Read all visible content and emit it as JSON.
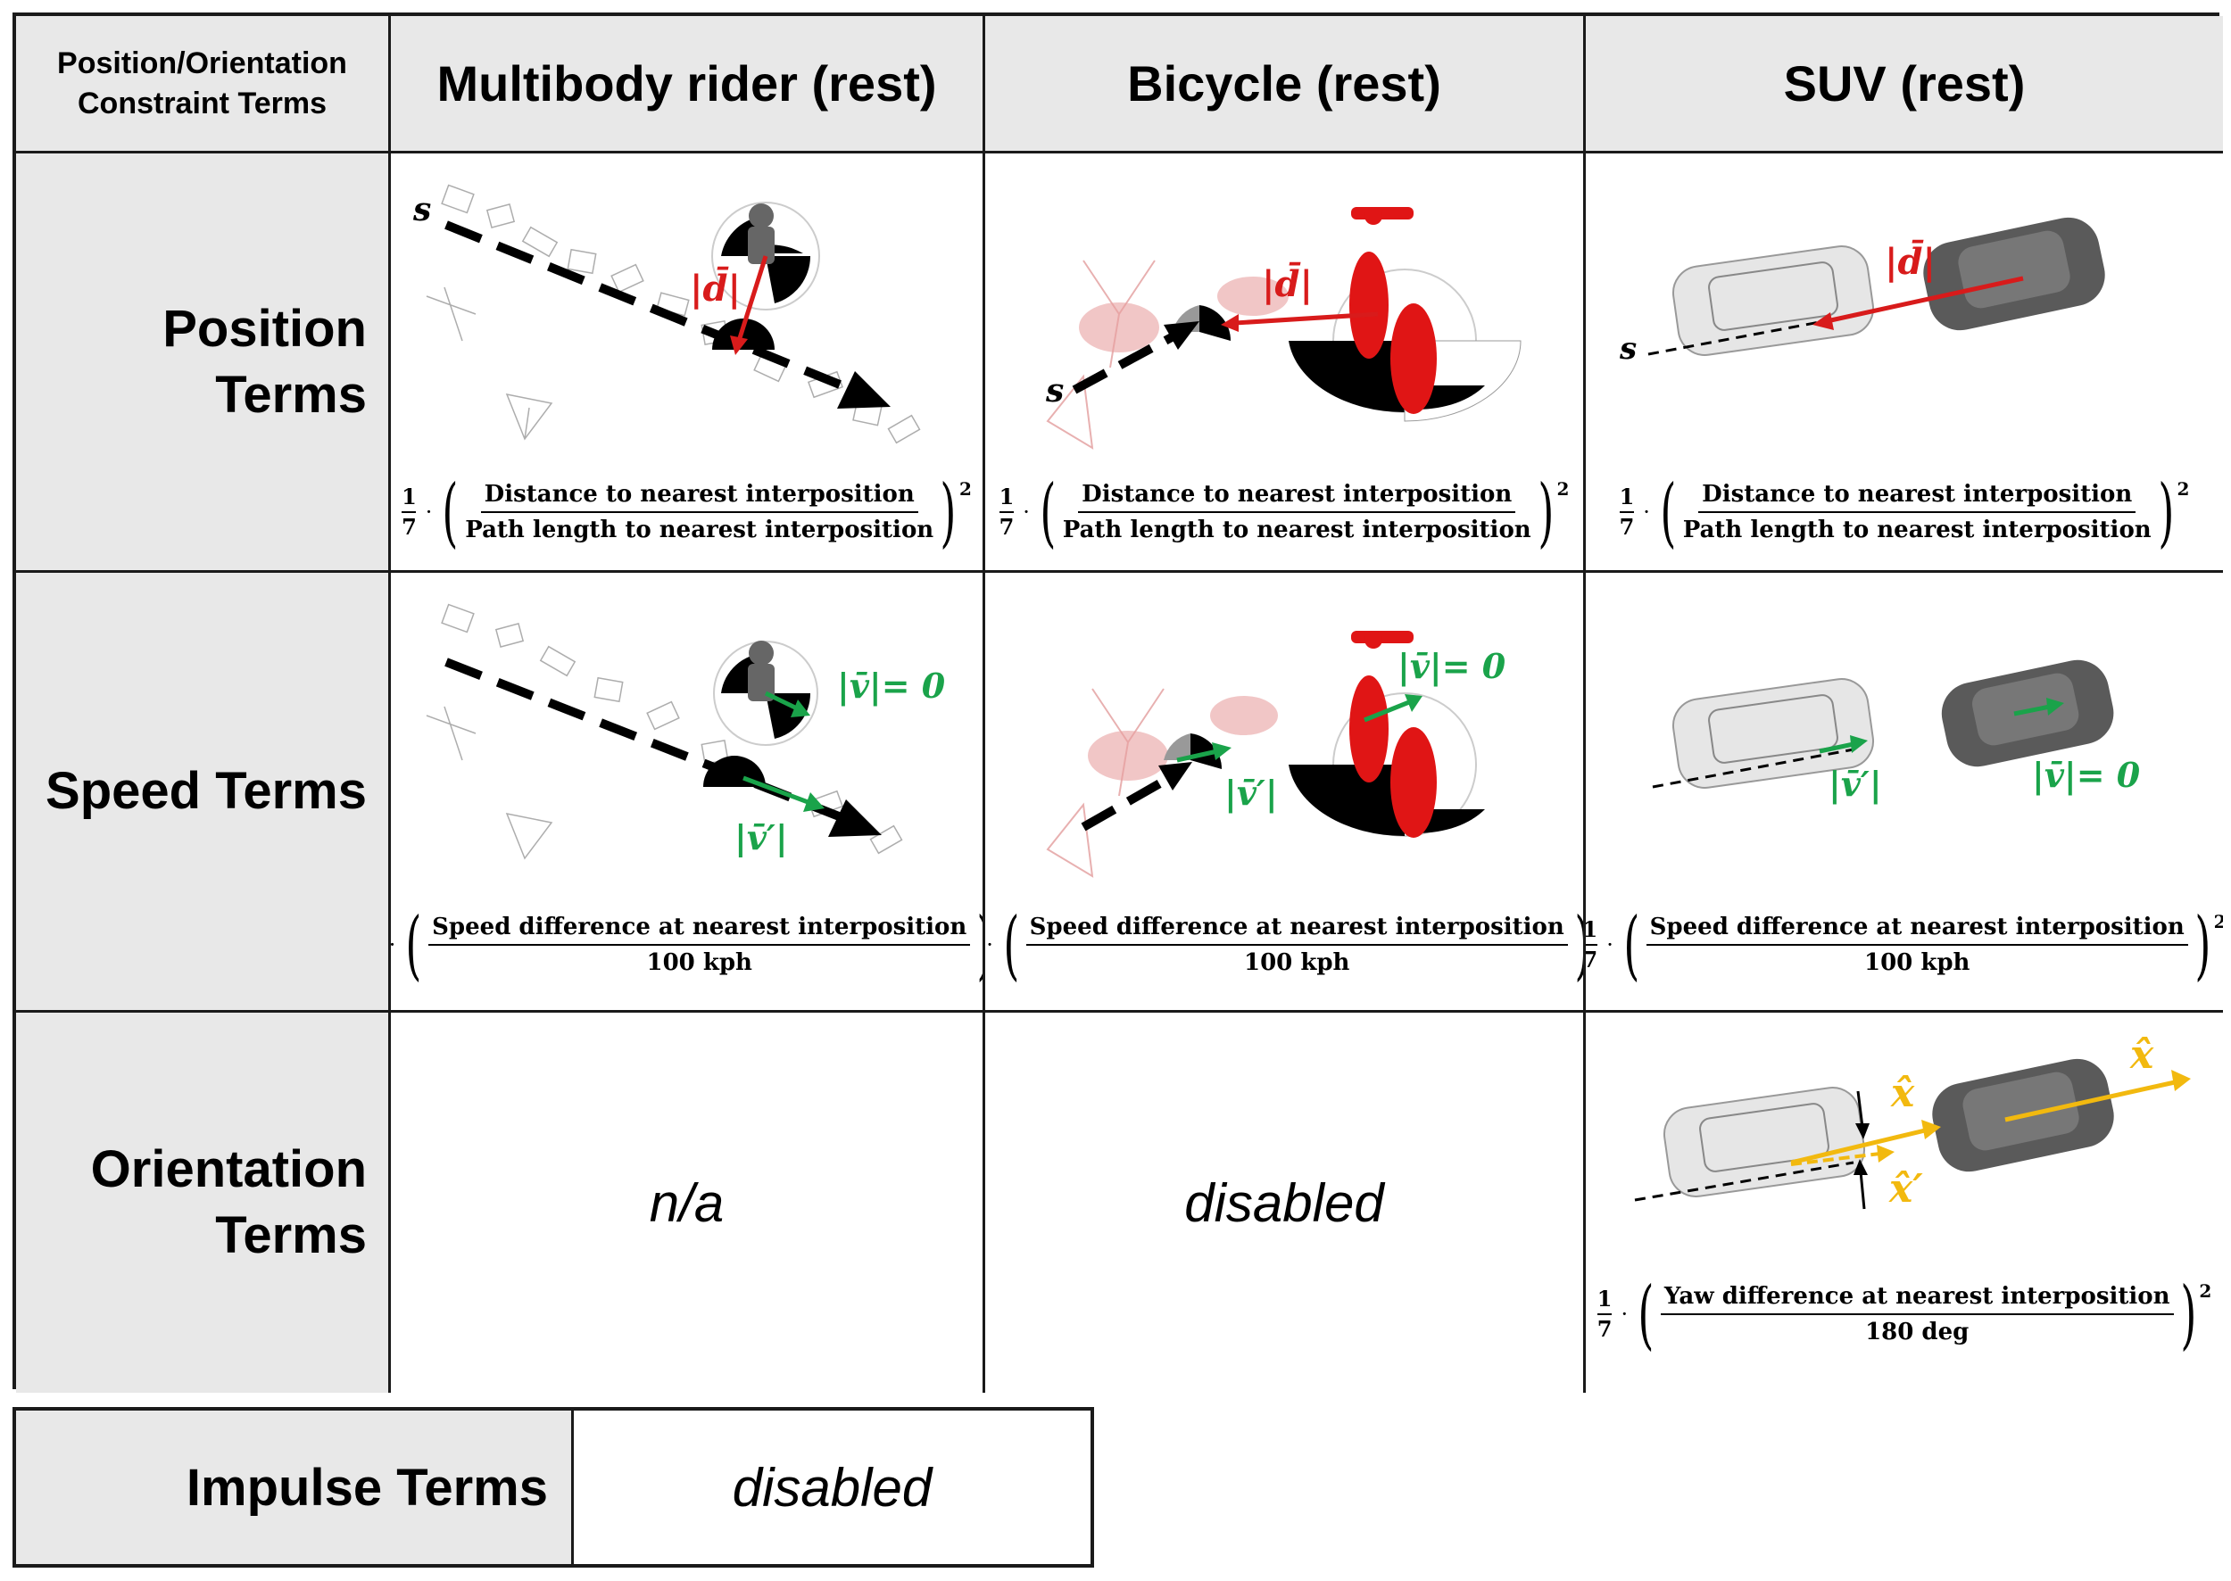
{
  "header": {
    "corner": "Position/Orientation\nConstraint Terms",
    "columns": [
      "Multibody rider (rest)",
      "Bicycle (rest)",
      "SUV (rest)"
    ]
  },
  "rows": [
    {
      "label": "Position\nTerms"
    },
    {
      "label": "Speed Terms"
    },
    {
      "label": "Orientation\nTerms"
    }
  ],
  "labels": {
    "path": "s",
    "distance": "|d̄|",
    "velocity_zero": "|v̄|= 0",
    "velocity_prime": "|v̄′|",
    "heading": "x̂",
    "heading_prime": "x̂′"
  },
  "formula": {
    "one": "1",
    "seven": "7",
    "dot": "·",
    "square": "2",
    "position": {
      "num": "Distance to nearest interposition",
      "den": "Path length to nearest interposition"
    },
    "speed": {
      "num": "Speed difference at nearest interposition",
      "den": "100 kph"
    },
    "yaw": {
      "num": "Yaw difference at nearest interposition",
      "den": "180 deg"
    }
  },
  "orientation": {
    "rider": "n/a",
    "bicycle": "disabled"
  },
  "impulse": {
    "label": "Impulse Terms",
    "value": "disabled"
  },
  "colors": {
    "red": "#d81b1b",
    "green": "#1aa34a",
    "gold": "#f2b90f",
    "header_gray": "#e8e8e8"
  }
}
